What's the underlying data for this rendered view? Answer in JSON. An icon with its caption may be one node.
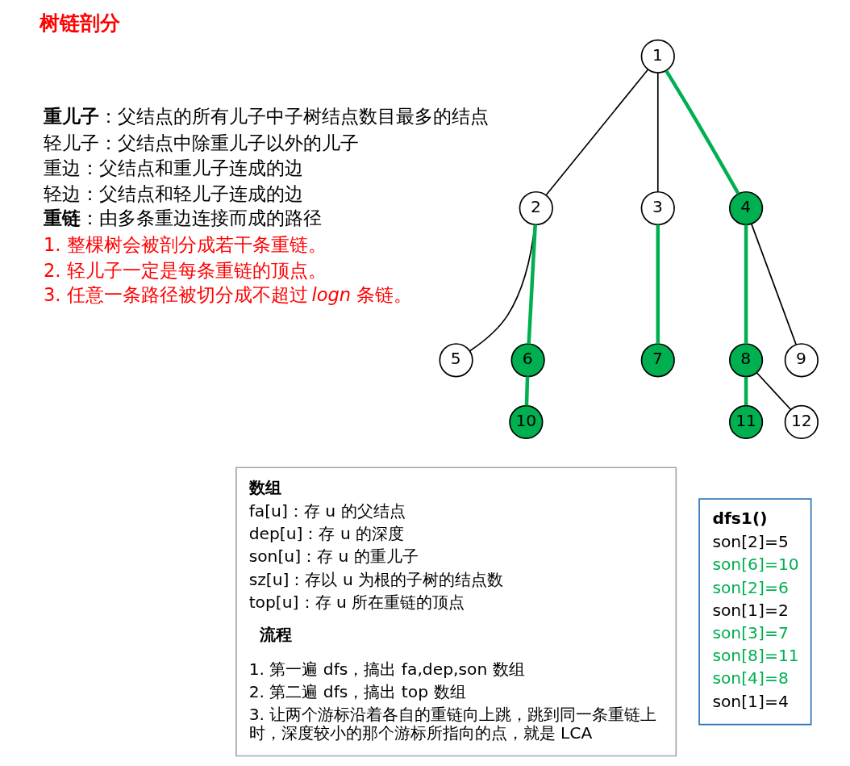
{
  "diagram": {
    "title": "树链剖分",
    "nodes": [
      {
        "text": [
          "1"
        ]
      },
      {
        "text": [
          "2"
        ]
      },
      {
        "text": [
          "3"
        ]
      },
      {
        "text": [
          "4"
        ]
      },
      {
        "text": [
          "5"
        ]
      },
      {
        "text": [
          "6"
        ]
      },
      {
        "text": [
          "7"
        ]
      },
      {
        "text": [
          "8"
        ]
      },
      {
        "text": [
          "9"
        ]
      },
      {
        "text": [
          "10"
        ]
      },
      {
        "text": [
          "11"
        ]
      },
      {
        "text": [
          "12"
        ]
      },
      {
        "text": [
          "数组",
          "fa[u]：存 u 的父结点",
          "dep[u]：存 u 的深度",
          "son[u]：存 u 的重儿子",
          "sz[u]：存以 u 为根的子树的结点数",
          "top[u]：存 u 所在重链的顶点",
          "流程",
          "1. 第一遍 dfs，搞出 fa,dep,son 数组",
          "2. 第二遍 dfs，搞出 top 数组",
          "3. 让两个游标沿着各自的重链向上跳，跳到同一条重链上时，深度较小的那个游标所指向的点，就是 LCA"
        ]
      },
      {
        "text": [
          "dfs1()",
          "son[2]=5",
          "son[6]=10",
          "son[2]=6",
          "son[1]=2",
          "son[3]=7",
          "son[8]=11",
          "son[4]=8",
          "son[1]=4"
        ]
      }
    ],
    "edges": [
      {
        "from": 0,
        "to": 1,
        "arrow": "none",
        "color": "#000000"
      },
      {
        "from": 0,
        "to": 2,
        "arrow": "none",
        "color": "#000000"
      },
      {
        "from": 0,
        "to": 3,
        "arrow": "none"
      },
      {
        "from": 1,
        "to": 4,
        "arrow": "none",
        "color": "#000000"
      },
      {
        "from": 1,
        "to": 5,
        "arrow": "none"
      },
      {
        "from": 2,
        "to": 6,
        "arrow": "none"
      },
      {
        "from": 3,
        "to": 7,
        "arrow": "none"
      },
      {
        "from": 3,
        "to": 8,
        "arrow": "none",
        "color": "#000000"
      },
      {
        "from": 5,
        "to": 9,
        "arrow": "none"
      },
      {
        "from": 7,
        "to": 10,
        "arrow": "none"
      },
      {
        "from": 7,
        "to": 11,
        "arrow": "none",
        "color": "#000000"
      }
    ],
    "labels": [
      "**重儿子**：父结点的所有儿子中子树结点数目最多的结点",
      "轻儿子：父结点中除重儿子以外的儿子",
      "重边：父结点和重儿子连成的边",
      "轻边：父结点和轻儿子连成的边",
      "**重链**：由多条重边连接而成的路径",
      "1. 整棵树会被剖分成若干条重链。",
      "2. 轻儿子一定是每条重链的顶点。",
      "3. 任意一条路径被切分成不超过 *logn* 条链。"
    ]
  }
}
